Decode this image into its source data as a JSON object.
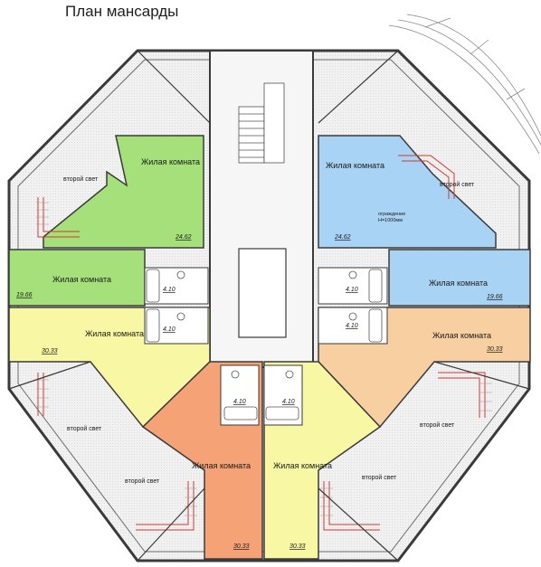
{
  "title": "План мансарды",
  "labels": {
    "living_room": "Жилая комната",
    "second_light": "второй свет",
    "railing_line1": "ограждение",
    "railing_line2": "H=1000мм"
  },
  "areas": {
    "nw": "24.62",
    "ne": "24.62",
    "w_green": "19.66",
    "e_blue": "19.66",
    "w_yellow": "30.33",
    "e_peach": "30.33",
    "s_orange": "30.33",
    "s_yellow": "30.33",
    "bath_w1": "4.10",
    "bath_w2": "4.10",
    "bath_e1": "4.10",
    "bath_e2": "4.10",
    "bath_s1": "4.10",
    "bath_s2": "4.10"
  },
  "colors": {
    "green": "#a6e07a",
    "blue": "#a9d3f5",
    "yellow": "#f7f7a4",
    "peach": "#f8cfa0",
    "orange": "#f4a276",
    "gallery": "#efefef",
    "stair_red": "#d4372c",
    "wall": "#3a3a3a"
  }
}
